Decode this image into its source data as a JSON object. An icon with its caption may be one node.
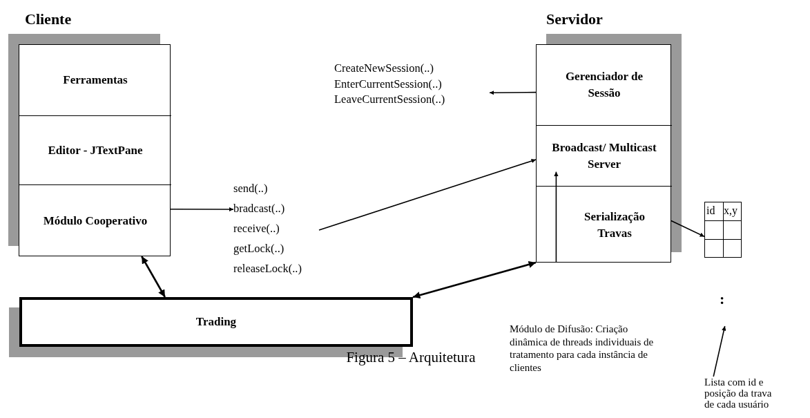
{
  "diagram": {
    "caption": "Figura 5 – Arquitetura",
    "nodes": [
      {
        "text": [
          "Cliente"
        ]
      },
      {
        "text": [
          "Ferramentas"
        ],
        "in": 0
      },
      {
        "text": [
          "Editor - JTextPane"
        ],
        "in": 0
      },
      {
        "text": [
          "Módulo Cooperativo"
        ],
        "in": 0
      },
      {
        "text": [
          "Servidor"
        ]
      },
      {
        "text": [
          "Gerenciador de Sessão"
        ],
        "in": 4
      },
      {
        "text": [
          "Broadcast/ Multicast Server"
        ],
        "in": 4
      },
      {
        "text": [
          "Serialização Travas"
        ],
        "in": 4
      },
      {
        "text": [
          "CreateNewSession(..) EnterCurrentSession(..) LeaveCurrentSession(..)"
        ]
      },
      {
        "text": [
          "send(..) bradcast(..) receive(..) getLock(..) releaseLock(..)"
        ]
      },
      {
        "text": [
          "Trading"
        ]
      },
      {
        "text": [
          "id",
          "x,y",
          ":"
        ]
      },
      {
        "text": [
          "Lista com id e posição da trava de cada usuário"
        ]
      }
    ],
    "edges": [
      {
        "from": 5,
        "to": 8,
        "arrow": "to"
      },
      {
        "from": 3,
        "to": 9,
        "arrow": "to"
      },
      {
        "from": 9,
        "to": 6,
        "arrow": "to"
      },
      {
        "from": 3,
        "to": 10,
        "arrow": "both"
      },
      {
        "from": 10,
        "to": 7,
        "arrow": "both"
      },
      {
        "from": 7,
        "to": 11,
        "arrow": "to"
      },
      {
        "from": 12,
        "to": 11,
        "arrow": "to"
      },
      {
        "from": 7,
        "to": 6,
        "arrow": "to"
      }
    ],
    "labels": [
      "Módulo de Difusão: Criação dinâmica de threads individuais de tratamento para cada instância de clientes"
    ]
  }
}
